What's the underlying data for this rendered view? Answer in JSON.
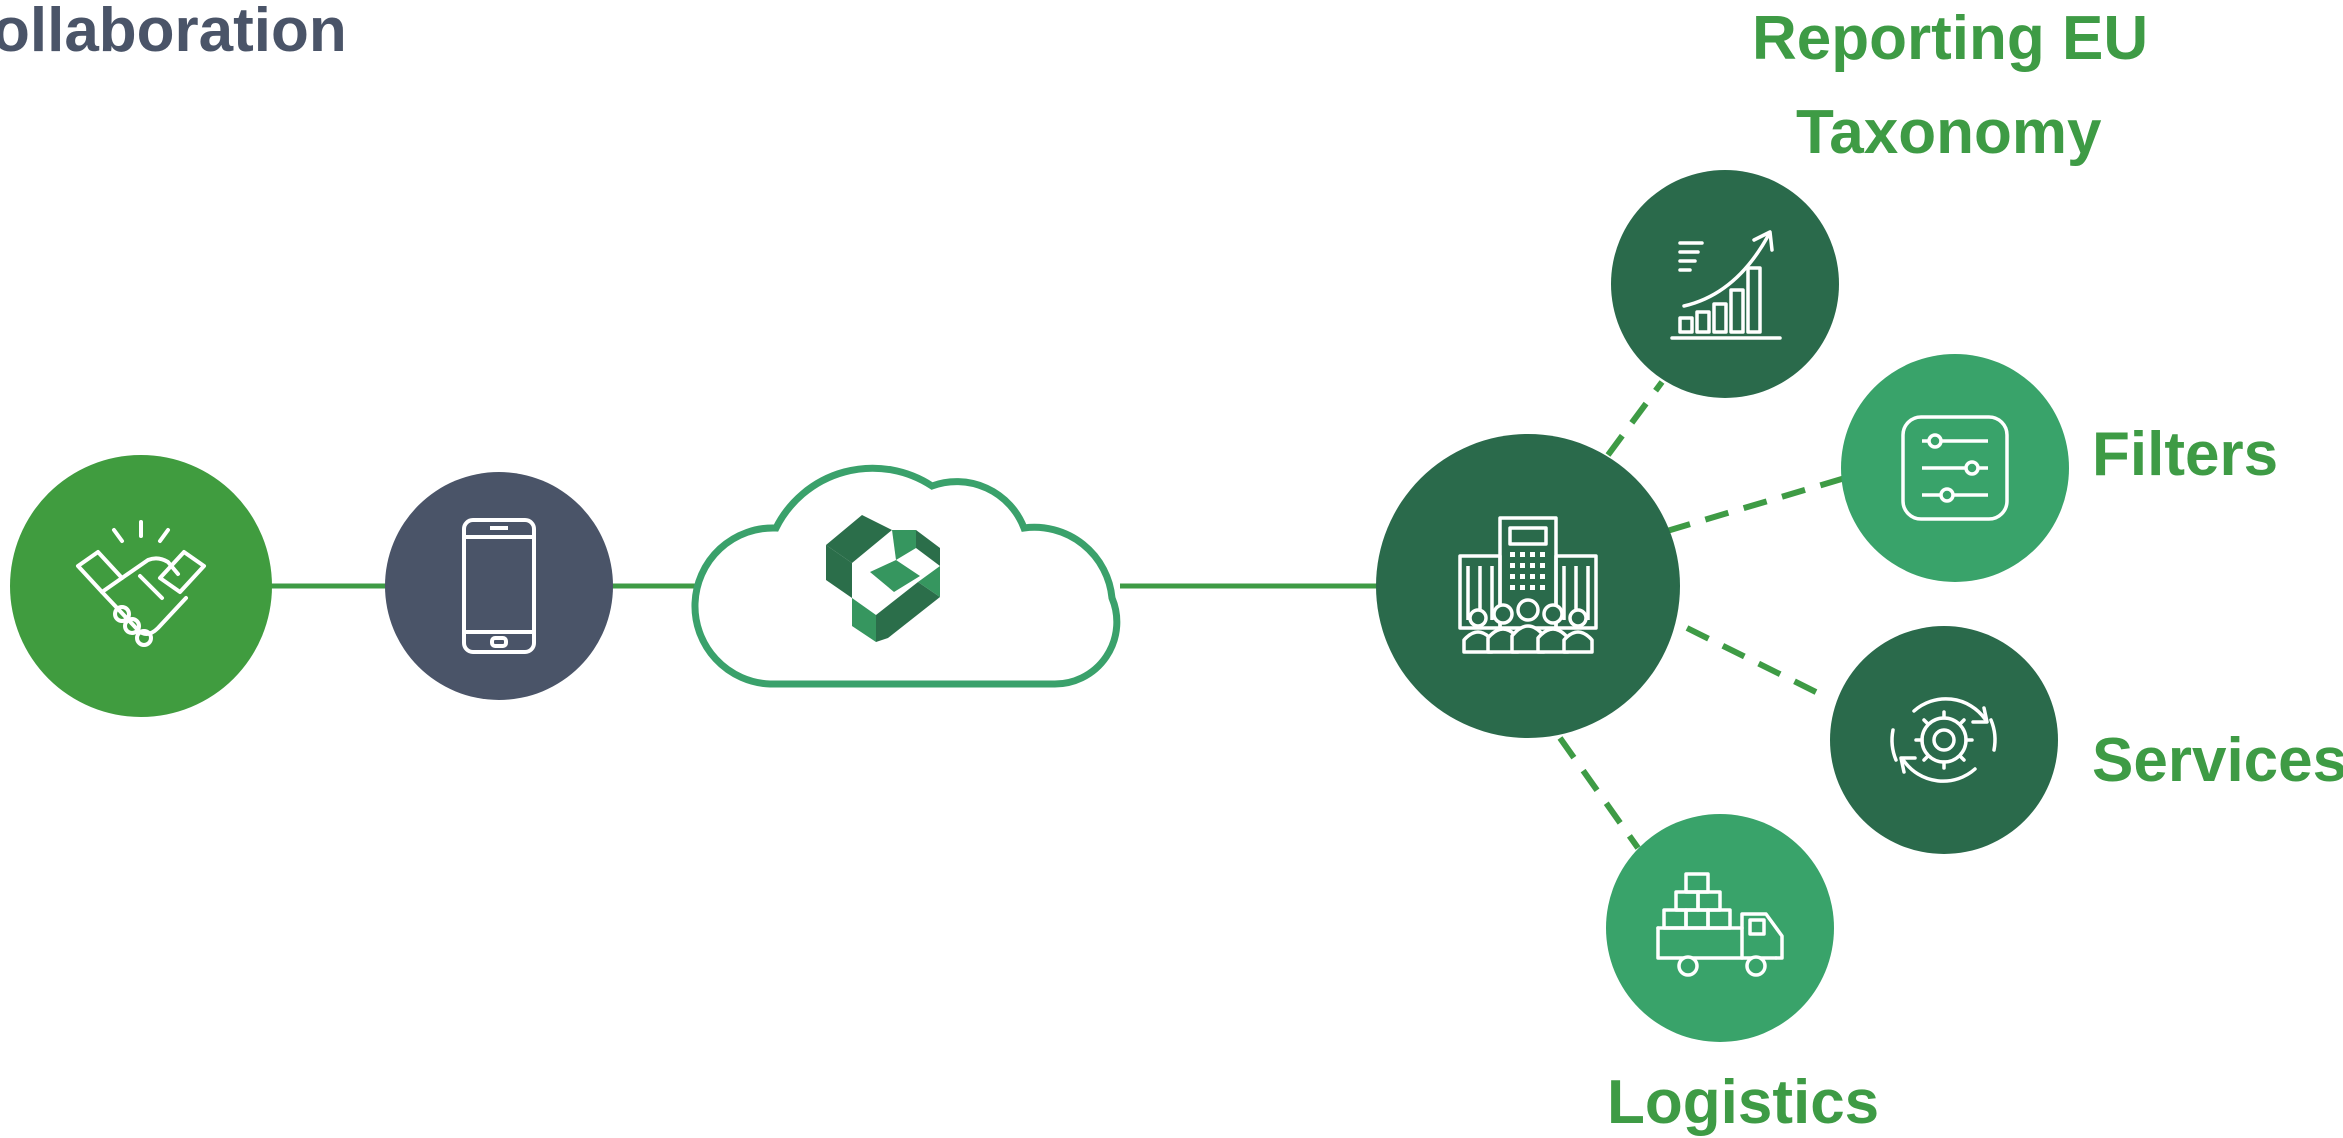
{
  "title": "ollaboration",
  "colors": {
    "connector": "#3e9b45",
    "handshake_circle": "#409c3f",
    "phone_circle": "#4a5468",
    "cloud_outline": "#3aa16b",
    "logo_dark": "#2b6e4a",
    "logo_mid": "#36965f",
    "hub_circle": "#2a6a4b",
    "light_circle": "#39a36a",
    "dark_circle": "#2a6a4b",
    "label_green": "#3e9b45",
    "label_slate": "#4a5468"
  },
  "nodes": {
    "handshake": {
      "icon": "handshake-icon"
    },
    "phone": {
      "icon": "smartphone-icon"
    },
    "cloud": {
      "icon": "cloud-logo-icon"
    },
    "hub": {
      "icon": "office-building-people-icon"
    },
    "reporting": {
      "icon": "growth-chart-icon",
      "label_line1": "Reporting EU",
      "label_line2": "Taxonomy"
    },
    "filters": {
      "icon": "sliders-icon",
      "label": "Filters"
    },
    "services": {
      "icon": "gear-cycle-icon",
      "label": "Services"
    },
    "logistics": {
      "icon": "delivery-truck-icon",
      "label": "Logistics"
    }
  }
}
